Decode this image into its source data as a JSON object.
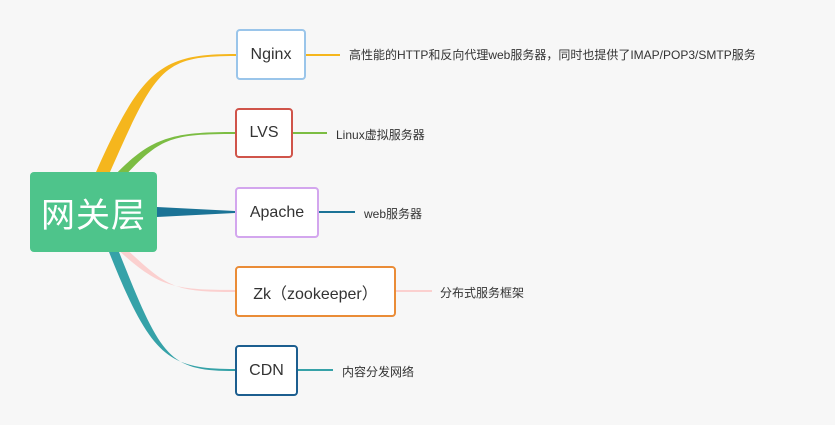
{
  "root": {
    "label": "网关层",
    "color": "#4ec48b"
  },
  "branches": [
    {
      "label": "Nginx",
      "desc": "高性能的HTTP和反向代理web服务器，同时也提供了IMAP/POP3/SMTP服务",
      "color": "#f5b61d",
      "border": "#9ac5ea"
    },
    {
      "label": "LVS",
      "desc": "Linux虚拟服务器",
      "color": "#7cbd43",
      "border": "#d0544a"
    },
    {
      "label": "Apache",
      "desc": "web服务器",
      "color": "#1b7396",
      "border": "#d3a6ee"
    },
    {
      "label": "Zk（zookeeper）",
      "desc": "分布式服务框架",
      "color": "#fbd0cf",
      "border": "#ea8c37"
    },
    {
      "label": "CDN",
      "desc": "内容分发网络",
      "color": "#36a2a8",
      "border": "#1c5e8f"
    }
  ]
}
